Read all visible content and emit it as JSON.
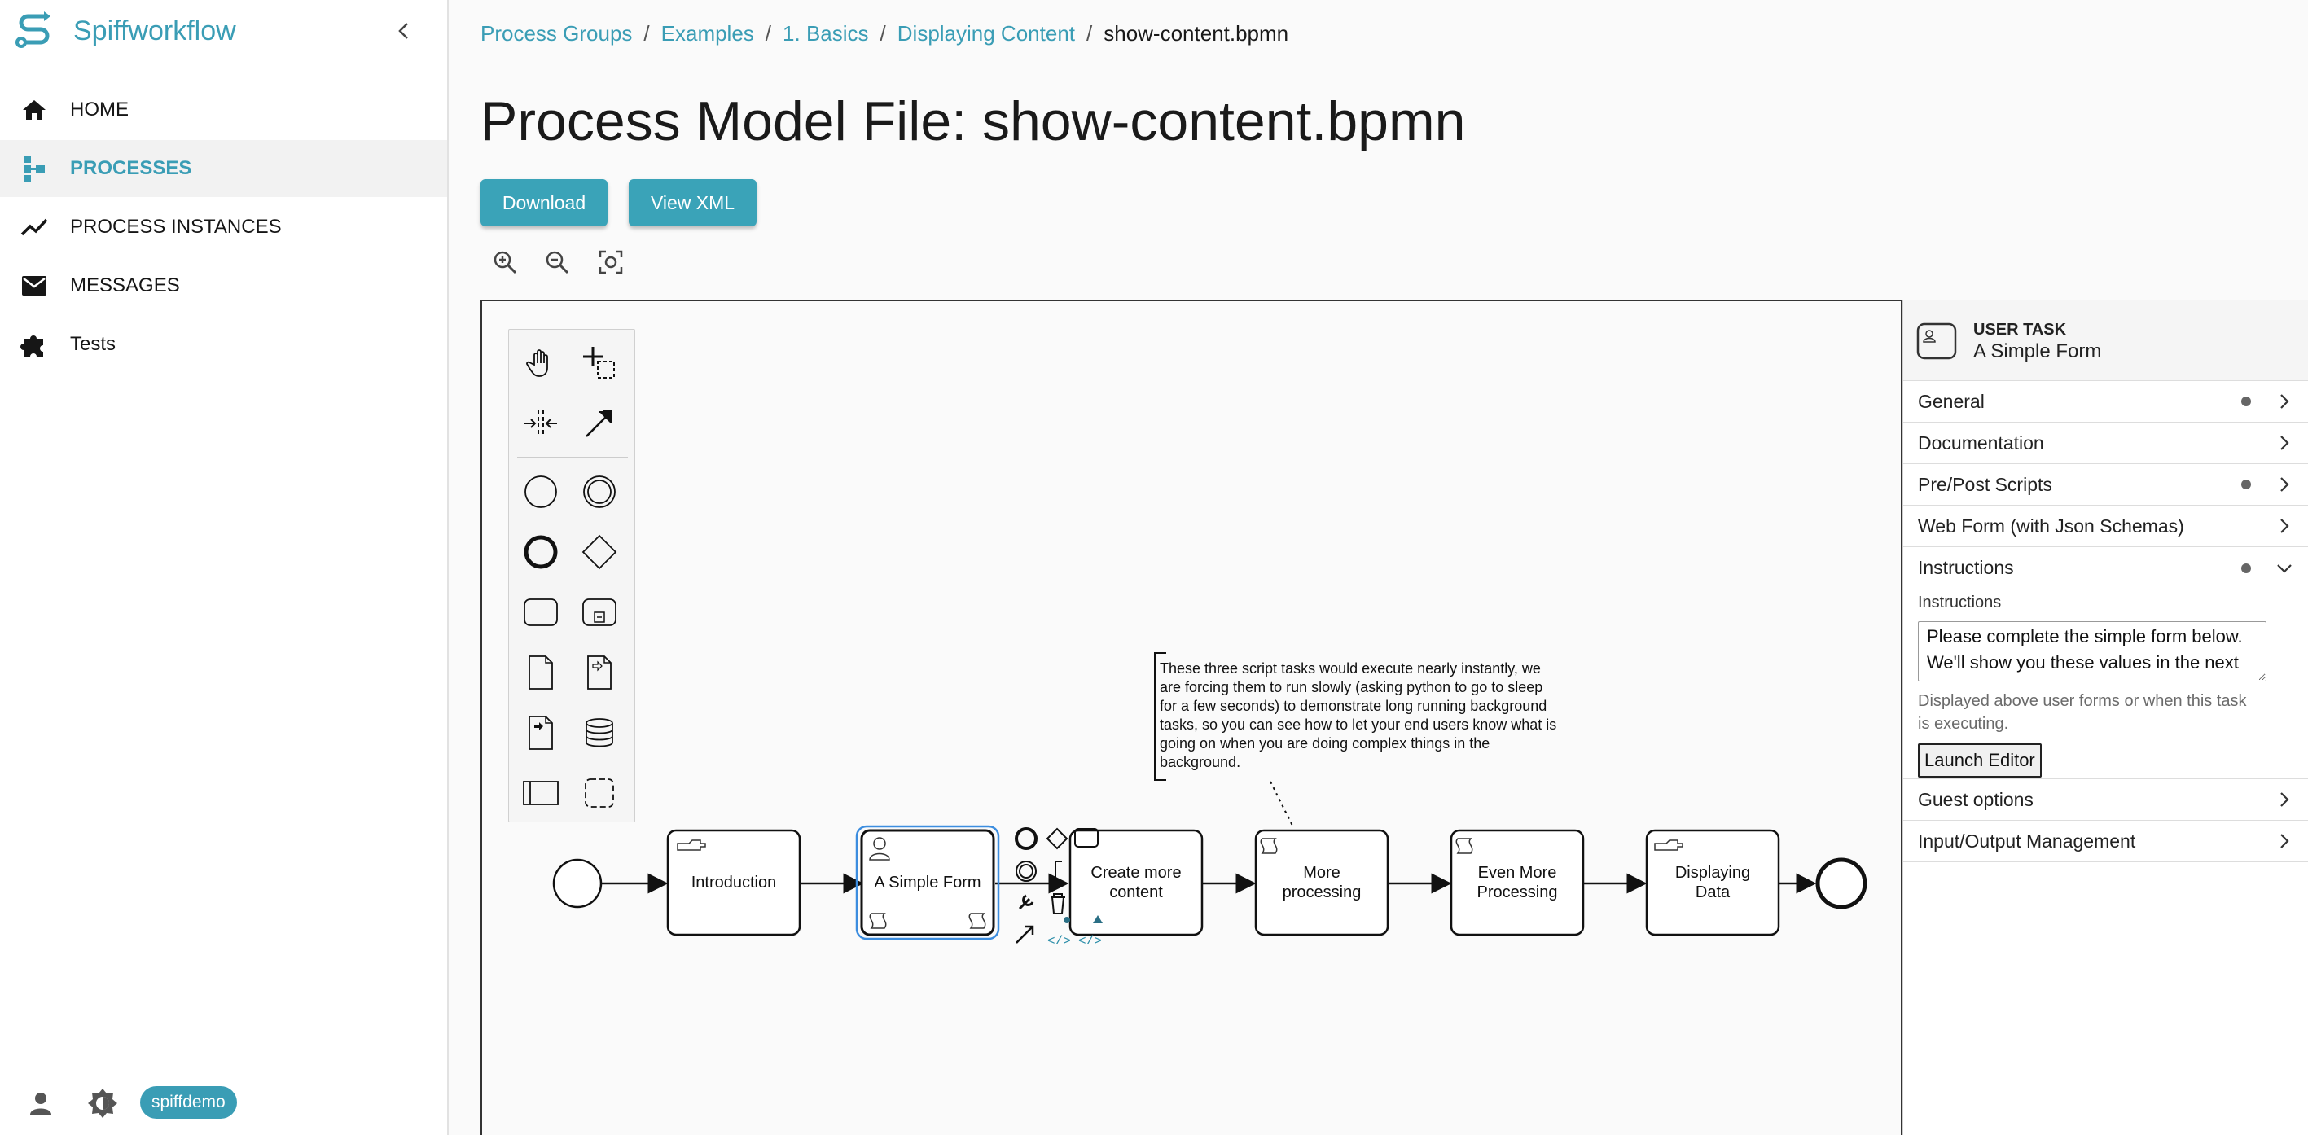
{
  "brand": {
    "name": "Spiffworkflow"
  },
  "nav": [
    {
      "label": "HOME",
      "icon": "home-icon"
    },
    {
      "label": "PROCESSES",
      "icon": "process-tree-icon"
    },
    {
      "label": "PROCESS INSTANCES",
      "icon": "trend-line-icon"
    },
    {
      "label": "MESSAGES",
      "icon": "envelope-icon"
    },
    {
      "label": "Tests",
      "icon": "puzzle-icon"
    }
  ],
  "footer": {
    "username": "spiffdemo"
  },
  "breadcrumb": [
    {
      "label": "Process Groups"
    },
    {
      "label": "Examples"
    },
    {
      "label": "1. Basics"
    },
    {
      "label": "Displaying Content"
    }
  ],
  "breadcrumb_current": "show-content.bpmn",
  "page_title": "Process Model File: show-content.bpmn",
  "buttons": {
    "download": "Download",
    "view_xml": "View XML"
  },
  "diagram": {
    "tasks": [
      {
        "label": "Introduction"
      },
      {
        "label": "A Simple Form"
      },
      {
        "label": "Create more content"
      },
      {
        "label": "More processing"
      },
      {
        "label": "Even More Processing"
      },
      {
        "label": "Displaying Data"
      }
    ],
    "annotation": "These three script tasks would execute nearly instantly, we are forcing them to run slowly (asking python to go to sleep for a few seconds) to demonstrate long running background tasks, so you can see how to let your end users know what is going on when you are doing complex things in the background."
  },
  "properties": {
    "type": "USER TASK",
    "name": "A Simple Form",
    "groups": [
      {
        "label": "General"
      },
      {
        "label": "Documentation"
      },
      {
        "label": "Pre/Post Scripts"
      },
      {
        "label": "Web Form (with Json Schemas)"
      },
      {
        "label": "Instructions"
      },
      {
        "label": "Guest options"
      },
      {
        "label": "Input/Output Management"
      }
    ],
    "instructions": {
      "field_label": "Instructions",
      "value": "Please complete the simple form below. We'll show you these values in the next",
      "help": "Displayed above user forms or when this task is executing.",
      "launch_editor": "Launch Editor"
    }
  },
  "colors": {
    "accent": "#3a9db5",
    "selection": "#3c8ddf"
  }
}
